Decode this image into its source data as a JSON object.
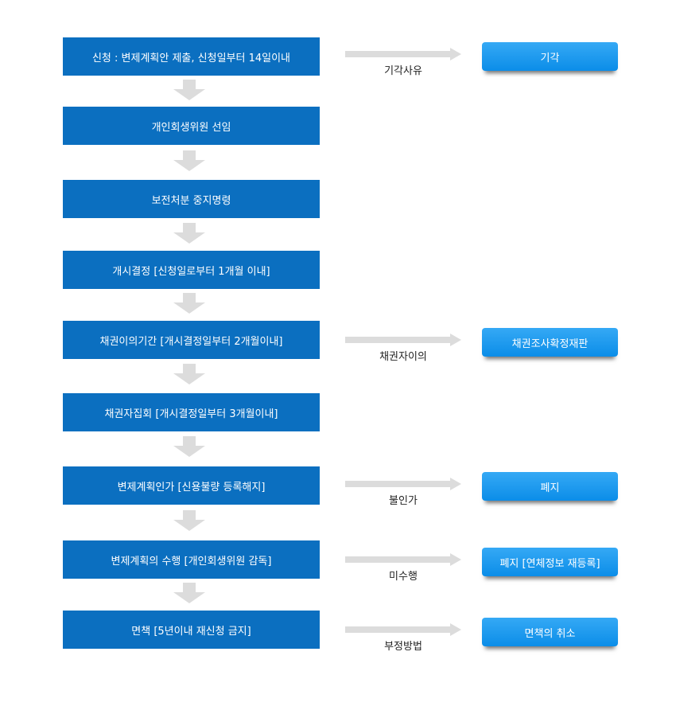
{
  "colors": {
    "step_fill": "#0b6fc0",
    "outcome_fill": "#1a9bef",
    "arrow_fill": "#dcdcdc",
    "text_light": "#ffffff",
    "text_dark": "#222222"
  },
  "steps": [
    "신청 : 변제계획안 제출, 신청일부터 14일이내",
    "개인회생위원 선임",
    "보전처분 중지명령",
    "개시결정 [신청일로부터 1개월 이내]",
    "채권이의기간 [개시결정일부터 2개월이내]",
    "채권자집회 [개시결정일부터 3개월이내]",
    "변제계획인가 [신용불량 등록해지]",
    "변제계획의 수행 [개인회생위원 감독]",
    "면책 [5년이내 재신청 금지]"
  ],
  "branches": [
    {
      "label": "기각사유",
      "outcome": "기각"
    },
    {
      "label": "채권자이의",
      "outcome": "채권조사확정재판"
    },
    {
      "label": "불인가",
      "outcome": "폐지"
    },
    {
      "label": "미수행",
      "outcome": "폐지 [연체정보 재등록]"
    },
    {
      "label": "부정방법",
      "outcome": "면책의 취소"
    }
  ]
}
